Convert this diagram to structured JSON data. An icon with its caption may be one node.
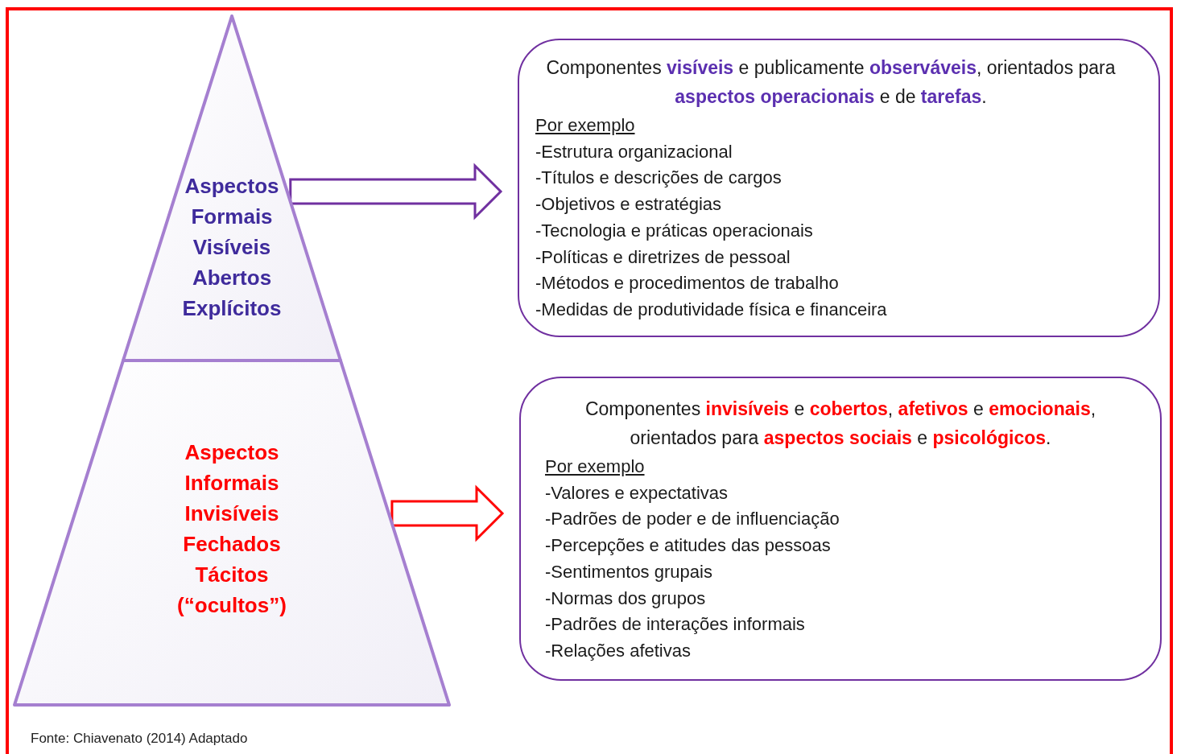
{
  "diagram": {
    "caption": "Fonte: Chiavenato (2014) Adaptado",
    "nodes": [
      {
        "text": [
          "Aspectos Formais Visíveis Abertos Explícitos"
        ]
      },
      {
        "text": [
          "Aspectos Informais Invisíveis Fechados Tácitos (“ocultos”)"
        ]
      },
      {
        "text": [
          "Componentes **visíveis** e publicamente **observáveis**, orientados para **aspectos operacionais** e de **tarefas**.",
          "Por exemplo",
          "-Estrutura organizacional",
          "-Títulos e descrições de cargos",
          "-Objetivos e estratégias",
          "-Tecnologia e práticas operacionais",
          "-Políticas e diretrizes de pessoal",
          "-Métodos e procedimentos de trabalho",
          "-Medidas de produtividade física e financeira"
        ]
      },
      {
        "text": [
          "Componentes **invisíveis** e **cobertos**, **afetivos** e **emocionais**, orientados para **aspectos sociais** e **psicológicos**.",
          "Por exemplo",
          "-Valores e expectativas",
          "-Padrões de poder e de influenciação",
          "-Percepções e atitudes das pessoas",
          "-Sentimentos grupais",
          "-Normas dos grupos",
          "-Padrões de interações informais",
          "-Relações afetivas"
        ]
      }
    ],
    "edges": [
      {
        "from": 0,
        "to": 2,
        "arrow": "to",
        "color": "#7030a0"
      },
      {
        "from": 1,
        "to": 3,
        "arrow": "to",
        "color": "#ff0000"
      }
    ]
  }
}
